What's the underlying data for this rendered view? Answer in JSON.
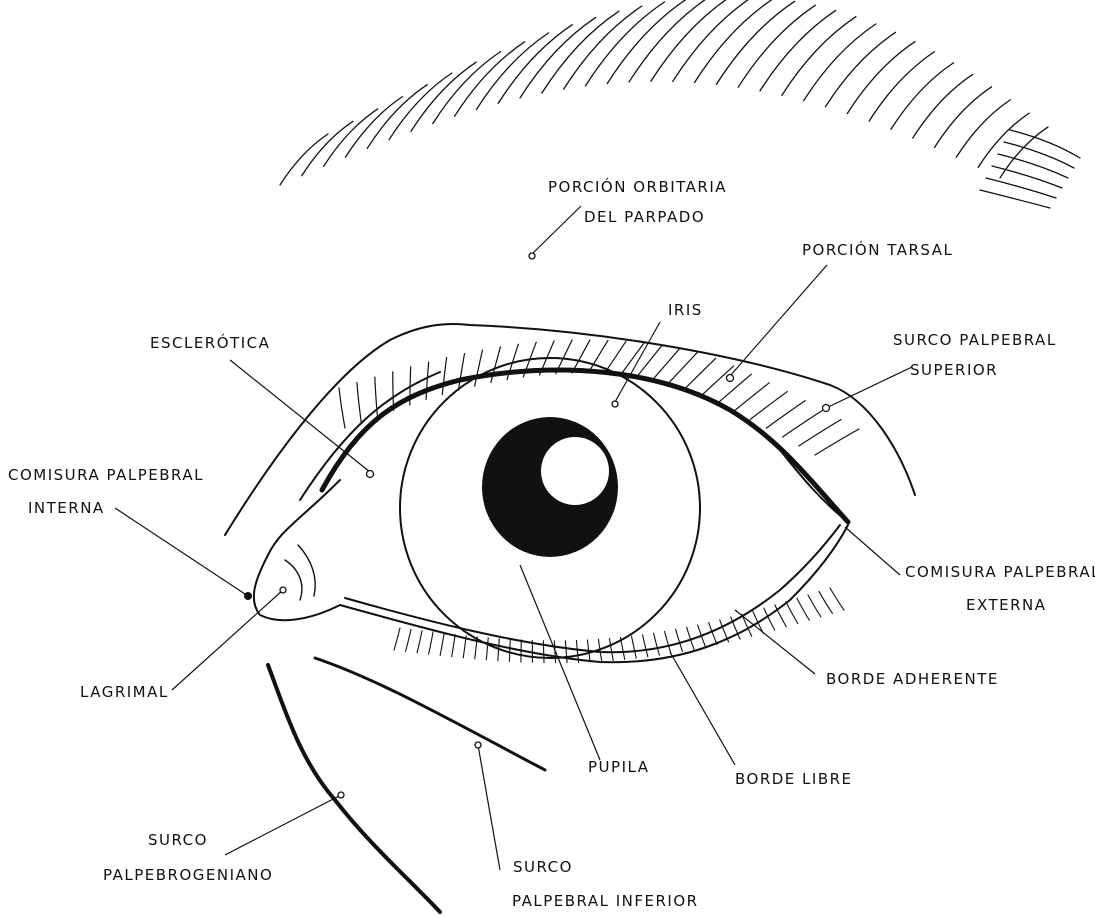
{
  "labels": {
    "porcion_orbitaria_1": "PORCIÓN ORBITARIA",
    "porcion_orbitaria_2": "DEL PARPADO",
    "porcion_tarsal": "PORCIÓN TARSAL",
    "iris": "IRIS",
    "esclerotica": "ESCLERÓTICA",
    "surco_superior_1": "SURCO PALPEBRAL",
    "surco_superior_2": "SUPERIOR",
    "comisura_interna_1": "COMISURA PALPEBRAL",
    "comisura_interna_2": "INTERNA",
    "comisura_externa_1": "COMISURA PALPEBRAL",
    "comisura_externa_2": "EXTERNA",
    "borde_adherente": "BORDE ADHERENTE",
    "lagrimal": "LAGRIMAL",
    "pupila": "PUPILA",
    "borde_libre": "BORDE LIBRE",
    "surco_palpebrogeniano_1": "SURCO",
    "surco_palpebrogeniano_2": "PALPEBROGENIANO",
    "surco_inferior_1": "SURCO",
    "surco_inferior_2": "PALPEBRAL INFERIOR"
  },
  "colors": {
    "ink": "#111111",
    "paper": "#ffffff"
  }
}
